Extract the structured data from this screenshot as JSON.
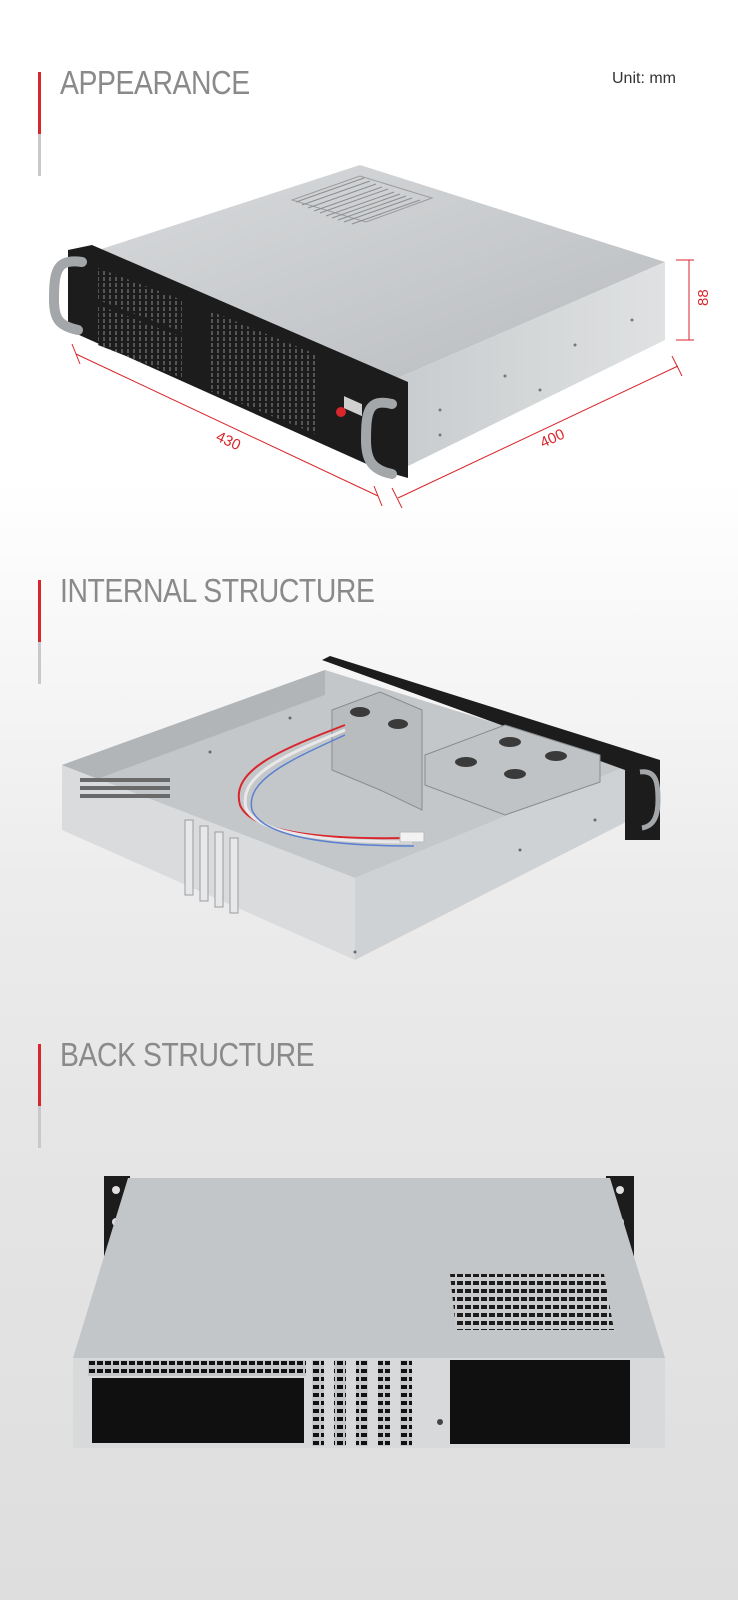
{
  "appearance": {
    "title": "APPEARANCE",
    "unit_label": "Unit: mm",
    "dimensions": {
      "width": "430",
      "depth": "400",
      "height": "88"
    }
  },
  "internal": {
    "title": "INTERNAL STRUCTURE"
  },
  "back": {
    "title": "BACK STRUCTURE"
  },
  "colors": {
    "accent": "#d9262c",
    "title_grey": "#8a8a8a",
    "panel_black": "#1c1c1c",
    "metal": "#c3c6c9"
  }
}
